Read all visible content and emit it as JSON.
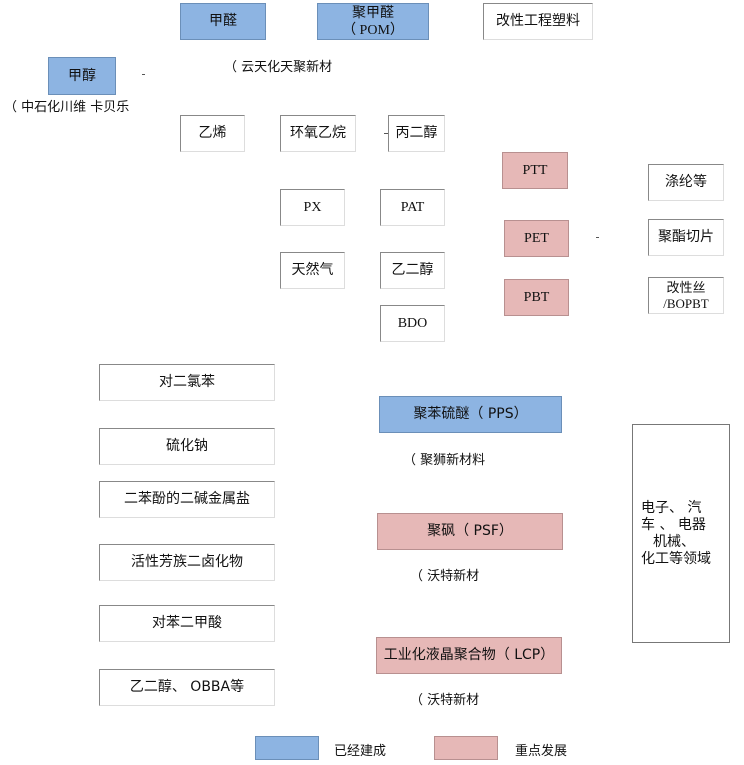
{
  "nodes": {
    "methanal": "甲醛",
    "pom_line1": "聚甲醛",
    "pom_line2": "（ POM）",
    "modified_plastics": "改性工程塑料",
    "methanol": "甲醇",
    "ethylene": "乙烯",
    "ethylene_oxide": "环氧乙烷",
    "propanediol": "丙二醇",
    "ptt": "PTT",
    "polyester_fiber": "涤纶等",
    "px": "PX",
    "pat": "PAT",
    "pet": "PET",
    "polyester_chips": "聚酯切片",
    "natural_gas": "天然气",
    "ethylene_glycol": "乙二醇",
    "pbt": "PBT",
    "modified_line1": "改性丝",
    "modified_line2": "/BOPBT",
    "bdo": "BDO",
    "dichlorobenzene": "对二氯苯",
    "sodium_sulfide": "硫化钠",
    "pps": "聚苯硫醚（ PPS）",
    "diphenol_salt": "二苯酚的二碱金属盐",
    "psf": "聚砜（ PSF）",
    "aromatic_dihalide": "活性芳族二卤化物",
    "terephthalic_acid": "对苯二甲酸",
    "lcp": "工业化液晶聚合物（ LCP）",
    "eg_obba": "乙二醇、 OBBA等",
    "applications_line1": "电子、 汽",
    "applications_line2": "车 、 电器",
    "applications_line3": "机械、",
    "applications_line4": "化工等领域"
  },
  "notes": {
    "yuntianhua": "（ 云天化天聚新材",
    "sinopec": "（ 中石化川维 卡贝乐",
    "jushi": "（ 聚狮新材料",
    "wote1": "（ 沃特新材",
    "wote2": "（ 沃特新材"
  },
  "legend": {
    "built_label": "已经建成",
    "built_color": "#8db4e2",
    "focus_label": "重点发展",
    "focus_color": "#e6b8b7"
  }
}
